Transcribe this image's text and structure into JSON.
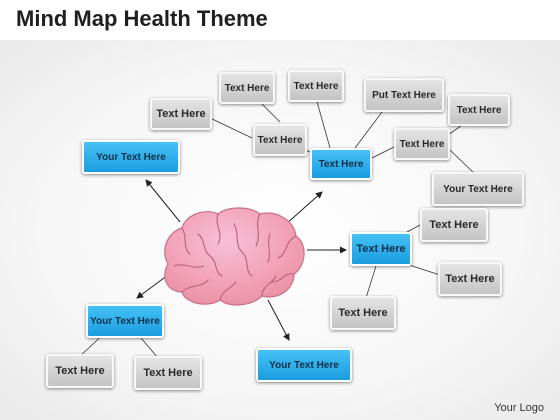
{
  "title": "Mind Map Health Theme",
  "logo": "Your Logo",
  "colors": {
    "node_blue": "#27a9ea",
    "node_gray": "#d2d2d2",
    "brain": "#f3a0b4"
  },
  "nodes": {
    "top_cluster_center": "Text Here",
    "top_a": "Text Here",
    "top_b": "Text Here",
    "top_c": "Text Here",
    "top_d": "Text Here",
    "right_cluster_a": "Put Text Here",
    "right_cluster_b": "Text Here",
    "right_cluster_c": "Text Here",
    "right_cluster_d": "Your Text Here",
    "upper_left_blue": "Your Text Here",
    "mid_right_blue": "Text Here",
    "mid_right_a": "Text Here",
    "mid_right_b": "Text Here",
    "mid_right_c": "Text Here",
    "lower_left_blue": "Your Text Here",
    "lower_left_a": "Text Here",
    "lower_left_b": "Text Here",
    "bottom_blue": "Your Text Here"
  }
}
